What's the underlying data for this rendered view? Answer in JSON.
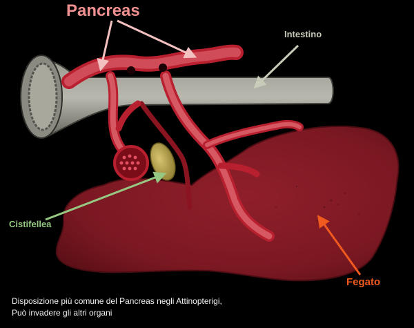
{
  "labels": {
    "pancreas": "Pancreas",
    "intestino": "Intestino",
    "cistifellea": "Cistifellea",
    "fegato": "Fegato"
  },
  "caption": {
    "line1": "Disposizione più comune del Pancreas negli Attinopterigi,",
    "line2": "Può invadere gli altri organi"
  },
  "colors": {
    "background": "#000000",
    "pancreas": "#f09090",
    "intestino": "#c9cbb9",
    "cistifellea": "#96c883",
    "fegato": "#f05a1e",
    "caption": "#f2f2f2"
  }
}
